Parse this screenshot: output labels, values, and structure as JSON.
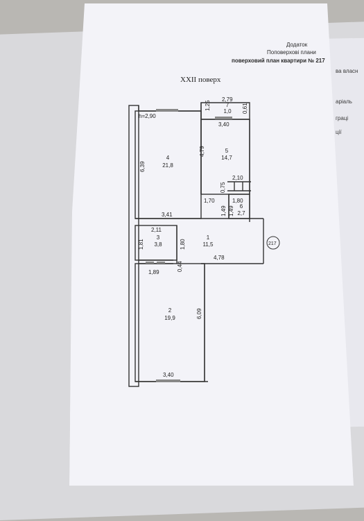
{
  "header": {
    "line1": "Додаток",
    "line2": "Поповерхові плани",
    "line3": "поверховий план квартири № 217"
  },
  "floor_label": "XXII поверх",
  "apartment_tag": "217",
  "side_text": [
    "ва власн",
    "аріаль",
    "граці",
    "ції"
  ],
  "plan": {
    "height_note": "h=2,90",
    "rooms": [
      {
        "number": "1",
        "area": "11,5"
      },
      {
        "number": "2",
        "area": "19,9"
      },
      {
        "number": "3",
        "area": "3,8"
      },
      {
        "number": "4",
        "area": "21,8"
      },
      {
        "number": "5",
        "area": "14,7"
      },
      {
        "number": "6",
        "area": "2,7"
      },
      {
        "number": "7",
        "area": "1,0"
      }
    ],
    "dimensions": [
      "2,79",
      "1,25",
      "0,61",
      "3,40",
      "6,39",
      "4,79",
      "2,10",
      "0,75",
      "1,70",
      "1,80",
      "1,49",
      "1,49",
      "3,41",
      "2,11",
      "1,81",
      "1,80",
      "4,78",
      "0,44",
      "1,89",
      "6,09",
      "3,40"
    ]
  }
}
